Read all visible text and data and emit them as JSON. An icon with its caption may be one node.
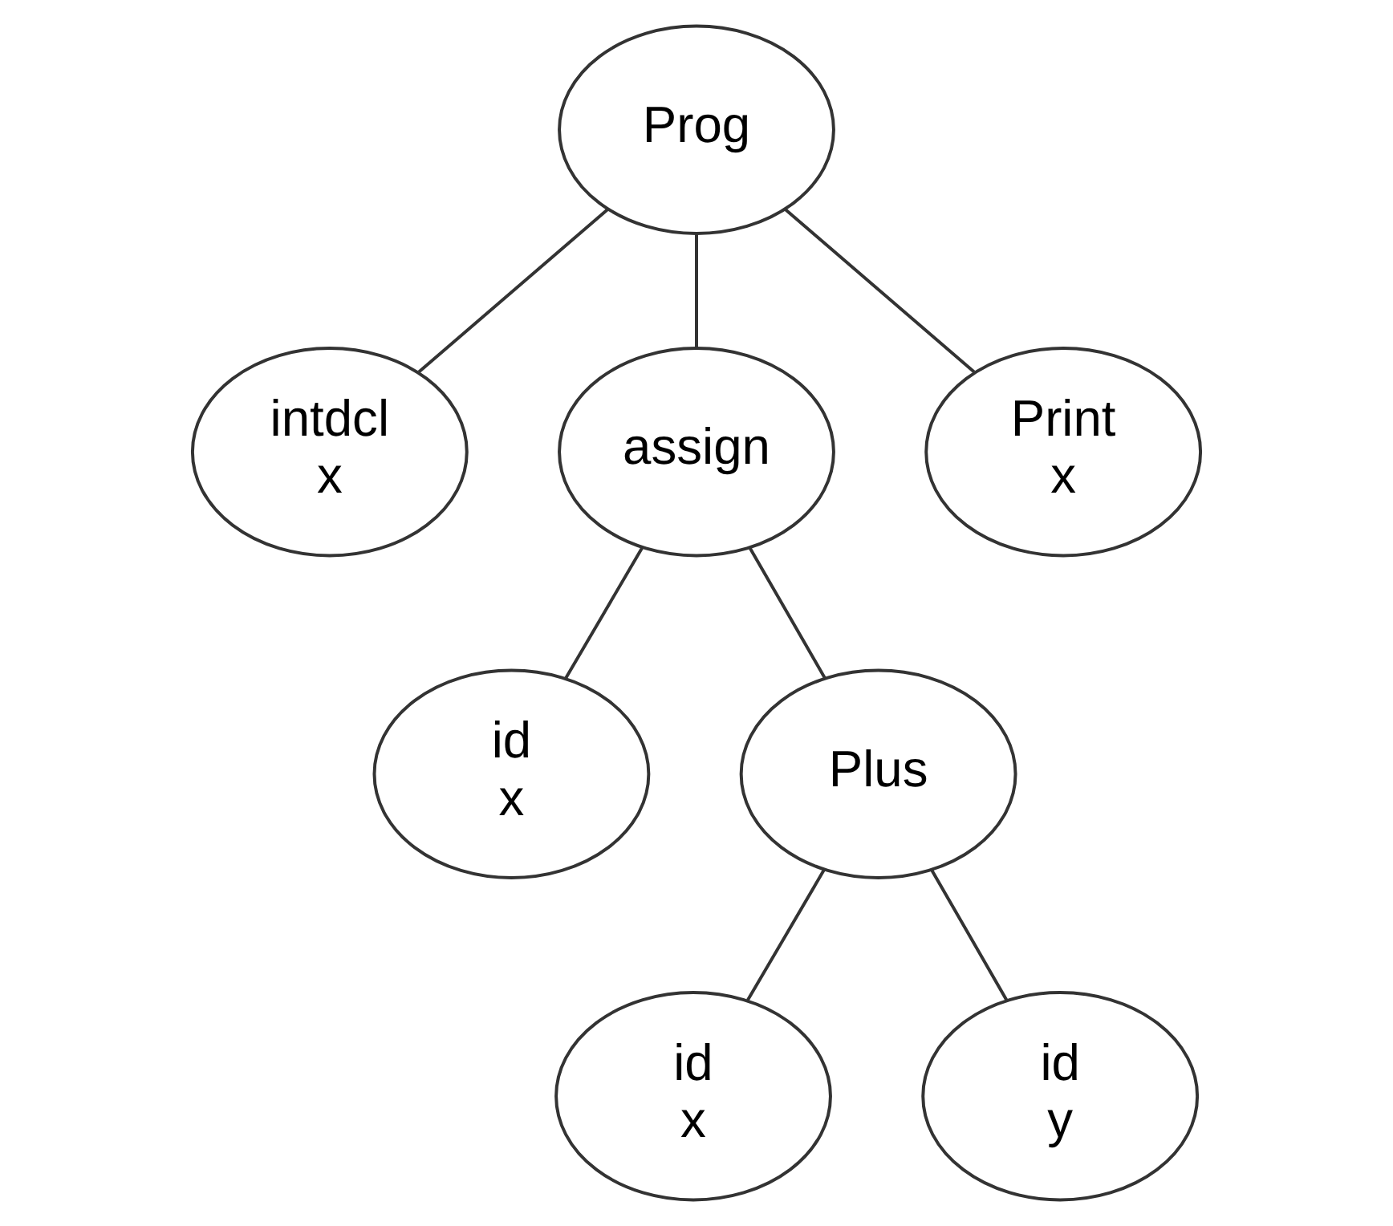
{
  "diagram": {
    "nodes": [
      {
        "text": [
          "Prog"
        ]
      },
      {
        "text": [
          "intdcl",
          "x"
        ]
      },
      {
        "text": [
          "assign"
        ]
      },
      {
        "text": [
          "Print",
          "x"
        ]
      },
      {
        "text": [
          "id",
          "x"
        ]
      },
      {
        "text": [
          "Plus"
        ]
      },
      {
        "text": [
          "id",
          "x"
        ]
      },
      {
        "text": [
          "id",
          "y"
        ]
      }
    ],
    "edges": [
      {
        "from": 0,
        "to": 1,
        "arrow": "none"
      },
      {
        "from": 0,
        "to": 2,
        "arrow": "none"
      },
      {
        "from": 0,
        "to": 3,
        "arrow": "none"
      },
      {
        "from": 2,
        "to": 4,
        "arrow": "none"
      },
      {
        "from": 2,
        "to": 5,
        "arrow": "none"
      },
      {
        "from": 5,
        "to": 6,
        "arrow": "none"
      },
      {
        "from": 5,
        "to": 7,
        "arrow": "none"
      }
    ]
  }
}
